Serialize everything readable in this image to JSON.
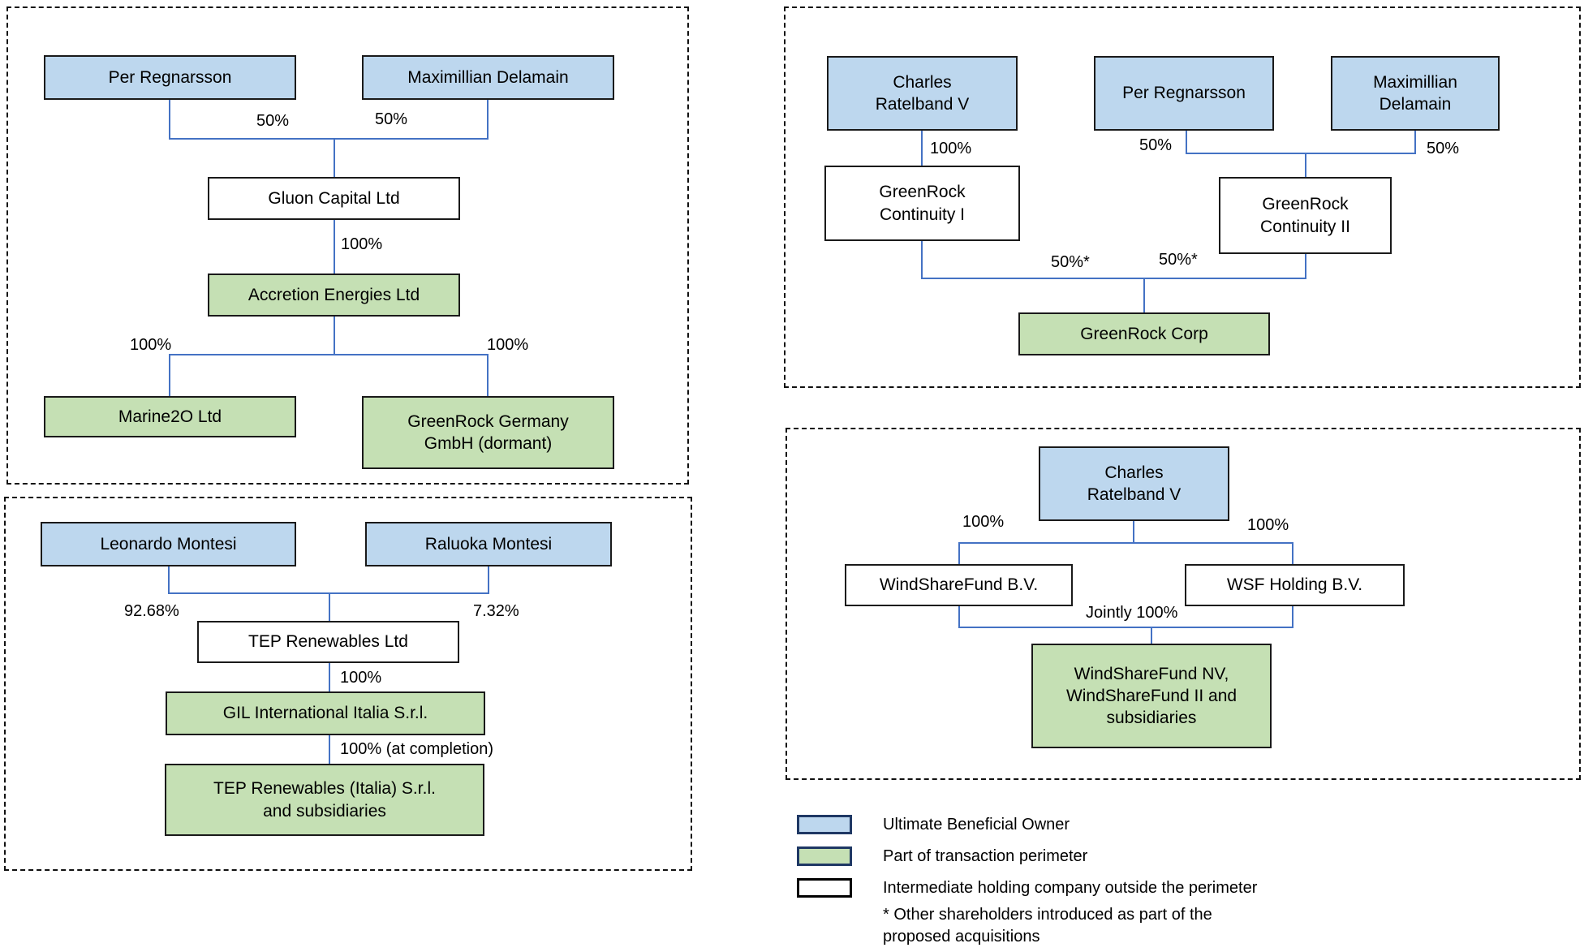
{
  "colors": {
    "ubo_fill": "#BDD7EE",
    "perimeter_fill": "#C5E0B4",
    "intermediate_fill": "#FFFFFF",
    "connector": "#4472C4",
    "swatch_border": "#1F3864"
  },
  "panels": {
    "accretion_group": {
      "nodes": {
        "per": "Per Regnarsson",
        "max": "Maximillian Delamain",
        "gluon": "Gluon Capital Ltd",
        "accretion": "Accretion Energies Ltd",
        "marine": "Marine2O Ltd",
        "greenrock_germany": "GreenRock Germany\nGmbH (dormant)"
      },
      "labels": {
        "per_pct": "50%",
        "max_pct": "50%",
        "accretion_pct": "100%",
        "marine_pct": "100%",
        "greenrock_germany_pct": "100%"
      }
    },
    "tep_group": {
      "nodes": {
        "leonardo": "Leonardo Montesi",
        "raluoka": "Raluoka Montesi",
        "tep": "TEP Renewables Ltd",
        "gil": "GIL International Italia S.r.l.",
        "tep_italia": "TEP Renewables (Italia) S.r.l.\nand subsidiaries"
      },
      "labels": {
        "leonardo_pct": "92.68%",
        "raluoka_pct": "7.32%",
        "gil_pct": "100%",
        "tep_italia_pct": "100% (at completion)"
      }
    },
    "greenrock_group": {
      "nodes": {
        "charles": "Charles\nRatelband V",
        "per": "Per Regnarsson",
        "max": "Maximillian\nDelamain",
        "continuity1": "GreenRock\nContinuity I",
        "continuity2": "GreenRock\nContinuity II",
        "corp": "GreenRock Corp"
      },
      "labels": {
        "charles_pct": "100%",
        "per_pct": "50%",
        "max_pct": "50%",
        "continuity1_pct": "50%*",
        "continuity2_pct": "50%*"
      }
    },
    "windsharefund_group": {
      "nodes": {
        "charles": "Charles\nRatelband V",
        "wsf_bv": "WindShareFund B.V.",
        "wsf_holding": "WSF Holding B.V.",
        "wsf_nv": "WindShareFund NV,\nWindShareFund II and\nsubsidiaries"
      },
      "labels": {
        "wsf_bv_pct": "100%",
        "wsf_holding_pct": "100%",
        "joint_pct": "Jointly 100%"
      }
    }
  },
  "legend": {
    "items": [
      {
        "label": "Ultimate Beneficial Owner"
      },
      {
        "label": "Part of transaction perimeter"
      },
      {
        "label": "Intermediate holding company outside the perimeter"
      }
    ],
    "footnote": "* Other shareholders introduced as part of the\nproposed acquisitions"
  }
}
